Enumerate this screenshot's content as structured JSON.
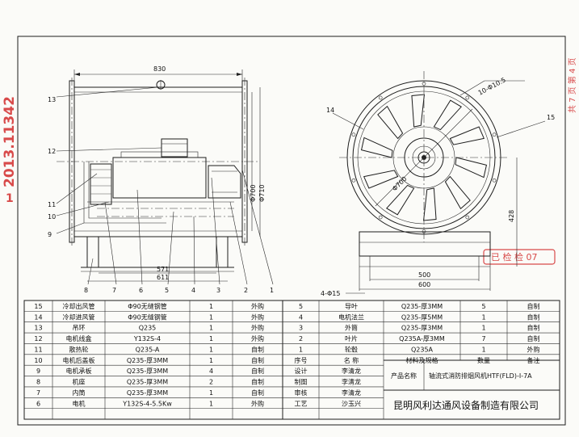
{
  "stamp_left": "2013.11342",
  "stamp_right": "共 7 页 第 4 页",
  "inspect_stamp": "已 检 检 07",
  "dims": {
    "width_830": "830",
    "dia_700": "Φ700",
    "dia_710": "Φ710",
    "len_571": "571",
    "len_611": "611",
    "bolt_holes": "10-Φ10.5",
    "dia_700_front": "Φ700",
    "h_428": "428",
    "base_500": "500",
    "base_600": "600",
    "foot_holes": "4-Φ15"
  },
  "side_callouts": [
    "13",
    "12",
    "11",
    "10",
    "9"
  ],
  "bottom_callouts": [
    "8",
    "7",
    "6",
    "5",
    "4",
    "3",
    "2",
    "1"
  ],
  "front_callouts": [
    "14",
    "15"
  ],
  "bom_left": [
    {
      "no": "15",
      "name": "冷却出风管",
      "spec": "Φ90无缝钢管",
      "qty": "1",
      "note": "外购"
    },
    {
      "no": "14",
      "name": "冷却进风管",
      "spec": "Φ90无缝钢管",
      "qty": "1",
      "note": "外购"
    },
    {
      "no": "13",
      "name": "吊环",
      "spec": "Q235",
      "qty": "1",
      "note": "外购"
    },
    {
      "no": "12",
      "name": "电机线盒",
      "spec": "Y132S-4",
      "qty": "1",
      "note": "外购"
    },
    {
      "no": "11",
      "name": "散热轮",
      "spec": "Q235-A",
      "qty": "1",
      "note": "自制"
    },
    {
      "no": "10",
      "name": "电机后盖板",
      "spec": "Q235-厚3MM",
      "qty": "1",
      "note": "自制"
    },
    {
      "no": "9",
      "name": "电机承板",
      "spec": "Q235-厚3MM",
      "qty": "4",
      "note": "自制"
    },
    {
      "no": "8",
      "name": "机座",
      "spec": "Q235-厚3MM",
      "qty": "2",
      "note": "自制"
    },
    {
      "no": "7",
      "name": "内筒",
      "spec": "Q235-厚3MM",
      "qty": "1",
      "note": "自制"
    },
    {
      "no": "6",
      "name": "电机",
      "spec": "Y132S-4-5.5Kw",
      "qty": "1",
      "note": "外购"
    }
  ],
  "bom_right": [
    {
      "no": "5",
      "name": "导叶",
      "spec": "Q235-厚3MM",
      "qty": "5",
      "note": "自制"
    },
    {
      "no": "4",
      "name": "电机法兰",
      "spec": "Q235-厚5MM",
      "qty": "1",
      "note": "自制"
    },
    {
      "no": "3",
      "name": "外筒",
      "spec": "Q235-厚3MM",
      "qty": "1",
      "note": "自制"
    },
    {
      "no": "2",
      "name": "叶片",
      "spec": "Q235A-厚3MM",
      "qty": "7",
      "note": "自制"
    },
    {
      "no": "1",
      "name": "轮毂",
      "spec": "Q235A",
      "qty": "1",
      "note": "外购"
    }
  ],
  "header_right": {
    "no": "序号",
    "name": "名 称",
    "spec": "材料及规格",
    "qty": "数量",
    "note": "备注"
  },
  "signoff": [
    {
      "role": "设计",
      "name": "李清龙"
    },
    {
      "role": "制图",
      "name": "李清龙"
    },
    {
      "role": "审核",
      "name": "李清龙"
    },
    {
      "role": "工艺",
      "name": "沙玉兴"
    }
  ],
  "product_label": "产品名称",
  "product_name": "轴流式消防排烟风机HTF(FLD)-I-7A",
  "company": "昆明风利达通风设备制造有限公司"
}
